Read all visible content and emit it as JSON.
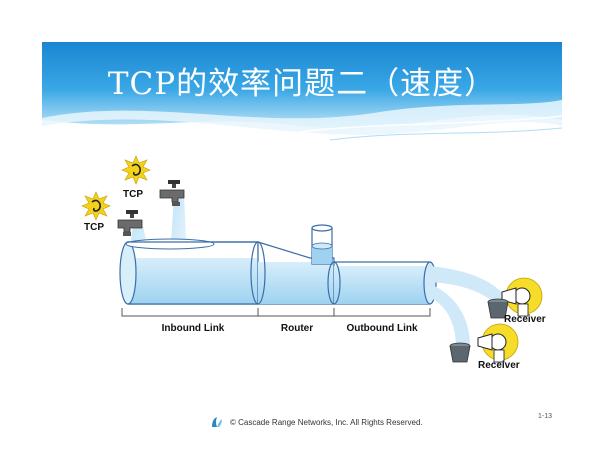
{
  "title": "TCP的效率问题二（速度）",
  "labels": {
    "tcp_upper": "TCP",
    "tcp_lower": "TCP",
    "inbound": "Inbound Link",
    "router": "Router",
    "outbound": "Outbound Link",
    "receiver_1": "Receiver",
    "receiver_2": "Receiver"
  },
  "footer": {
    "text": "© Cascade Range Networks, Inc. All Rights Reserved.",
    "page": "1-13"
  },
  "icons": {
    "logo": "cascade-logo-icon",
    "faucet": "faucet-icon",
    "speaker": "speaker-icon",
    "receiver": "receiver-person-icon",
    "bucket": "bucket-icon"
  },
  "colors": {
    "banner_top": "#1b8fd6",
    "banner_light": "#bfe4f7",
    "water": "#bfe3f7",
    "water_dark": "#7fbfe6",
    "pipe_outline": "#3a6ea8",
    "speaker_yellow": "#f2d21b"
  }
}
